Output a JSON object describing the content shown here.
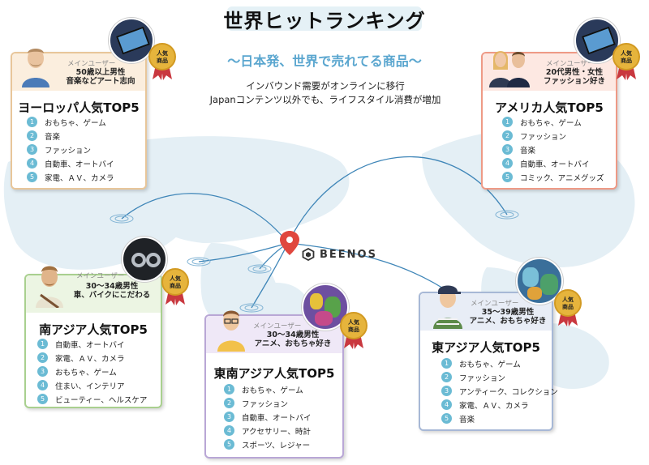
{
  "header": {
    "title": "世界ヒットランキング",
    "subtitle": "〜日本発、世界で売れてる商品〜",
    "description_lines": [
      "インバウンド需要がオンラインに移行",
      "Japanコンテンツ以外でも、ライフスタイル消費が増加"
    ]
  },
  "brand": {
    "name": "BEENOS"
  },
  "badge_label": "人気\n商品",
  "colors": {
    "accent": "#6bbbd4",
    "subtitle": "#5aa6cf",
    "badge": "#e6b43c",
    "ribbon": "#c9383f",
    "pin": "#e0473e"
  },
  "cards": {
    "europe": {
      "main_user_label": "メインユーザー",
      "user_desc": [
        "50歳以上男性",
        "音楽などアート志向"
      ],
      "title": "ヨーロッパ人気TOP5",
      "items": [
        "おもちゃ、ゲーム",
        "音楽",
        "ファッション",
        "自動車、オートバイ",
        "家電、ＡＶ、カメラ"
      ],
      "color": "#e8c69a"
    },
    "america": {
      "main_user_label": "メインユーザー",
      "user_desc": [
        "20代男性・女性",
        "ファッション好き"
      ],
      "title": "アメリカ人気TOP5",
      "items": [
        "おもちゃ、ゲーム",
        "ファッション",
        "音楽",
        "自動車、オートバイ",
        "コミック、アニメグッズ"
      ],
      "color": "#ee9a86"
    },
    "south_asia": {
      "main_user_label": "メインユーザー",
      "user_desc": [
        "30〜34歳男性",
        "車、バイクにこだわる"
      ],
      "title": "南アジア人気TOP5",
      "items": [
        "自動車、オートバイ",
        "家電、ＡＶ、カメラ",
        "おもちゃ、ゲーム",
        "住まい、インテリア",
        "ビューティー、ヘルスケア"
      ],
      "color": "#a9d08f"
    },
    "southeast_asia": {
      "main_user_label": "メインユーザー",
      "user_desc": [
        "30〜34歳男性",
        "アニメ、おもちゃ好き"
      ],
      "title": "東南アジア人気TOP5",
      "items": [
        "おもちゃ、ゲーム",
        "ファッション",
        "自動車、オートバイ",
        "アクセサリー、時計",
        "スポーツ、レジャー"
      ],
      "color": "#b9a7d6"
    },
    "east_asia": {
      "main_user_label": "メインユーザー",
      "user_desc": [
        "35〜39歳男性",
        "アニメ、おもちゃ好き"
      ],
      "title": "東アジア人気TOP5",
      "items": [
        "おもちゃ、ゲーム",
        "ファッション",
        "アンティーク、コレクション",
        "家電、ＡＶ、カメラ",
        "音楽"
      ],
      "color": "#a7b8d6"
    }
  }
}
